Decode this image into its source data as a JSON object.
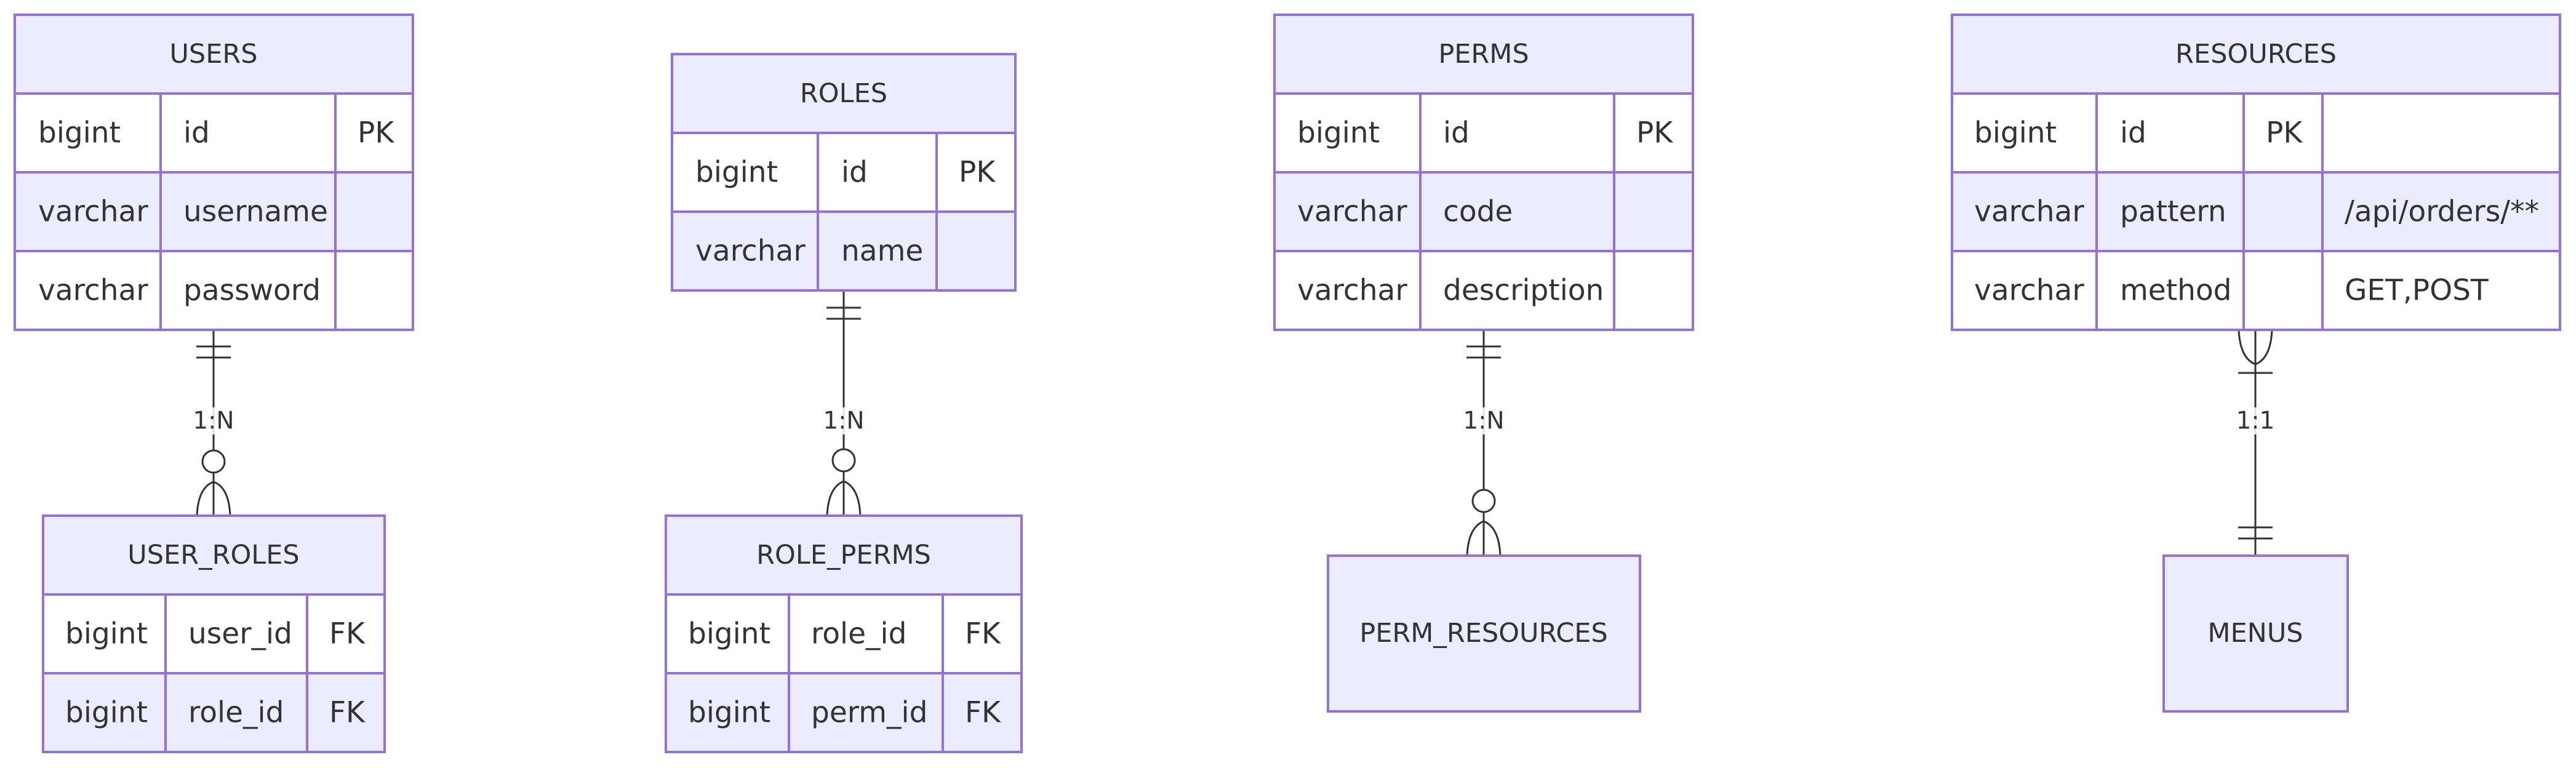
{
  "entities": {
    "users": {
      "title": "USERS",
      "rows": [
        {
          "type": "bigint",
          "name": "id",
          "key": "PK"
        },
        {
          "type": "varchar",
          "name": "username",
          "key": ""
        },
        {
          "type": "varchar",
          "name": "password",
          "key": ""
        }
      ]
    },
    "roles": {
      "title": "ROLES",
      "rows": [
        {
          "type": "bigint",
          "name": "id",
          "key": "PK"
        },
        {
          "type": "varchar",
          "name": "name",
          "key": ""
        }
      ]
    },
    "perms": {
      "title": "PERMS",
      "rows": [
        {
          "type": "bigint",
          "name": "id",
          "key": "PK"
        },
        {
          "type": "varchar",
          "name": "code",
          "key": ""
        },
        {
          "type": "varchar",
          "name": "description",
          "key": ""
        }
      ]
    },
    "resources": {
      "title": "RESOURCES",
      "rows": [
        {
          "type": "bigint",
          "name": "id",
          "key": "PK",
          "comment": ""
        },
        {
          "type": "varchar",
          "name": "pattern",
          "key": "",
          "comment": "/api/orders/**"
        },
        {
          "type": "varchar",
          "name": "method",
          "key": "",
          "comment": "GET,POST"
        }
      ]
    },
    "user_roles": {
      "title": "USER_ROLES",
      "rows": [
        {
          "type": "bigint",
          "name": "user_id",
          "key": "FK"
        },
        {
          "type": "bigint",
          "name": "role_id",
          "key": "FK"
        }
      ]
    },
    "role_perms": {
      "title": "ROLE_PERMS",
      "rows": [
        {
          "type": "bigint",
          "name": "role_id",
          "key": "FK"
        },
        {
          "type": "bigint",
          "name": "perm_id",
          "key": "FK"
        }
      ]
    },
    "perm_resources": {
      "title": "PERM_RESOURCES"
    },
    "menus": {
      "title": "MENUS"
    }
  },
  "relationships": [
    {
      "from": "USERS",
      "to": "USER_ROLES",
      "label": "1:N"
    },
    {
      "from": "ROLES",
      "to": "ROLE_PERMS",
      "label": "1:N"
    },
    {
      "from": "PERMS",
      "to": "PERM_RESOURCES",
      "label": "1:N"
    },
    {
      "from": "RESOURCES",
      "to": "MENUS",
      "label": "1:1"
    }
  ]
}
